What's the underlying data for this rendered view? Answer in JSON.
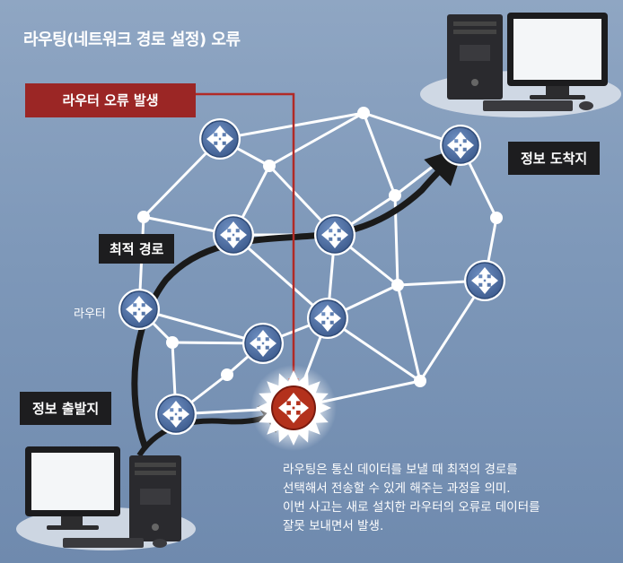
{
  "title": "라우팅(네트워크 경로 설정) 오류",
  "labels": {
    "error": "라우터 오류 발생",
    "destination": "정보 도착지",
    "source": "정보 출발지",
    "optimal_path": "최적 경로",
    "router": "라우터"
  },
  "caption": [
    "라우팅은 통신 데이터를 보낼 때 최적의 경로를",
    "선택해서 전송할 수 있게 해주는 과정을 의미.",
    "이번 사고는 새로 설치한 라우터의 오류로 데이터를",
    "잘못 보내면서 발생."
  ],
  "colors": {
    "background": "#7e98b9",
    "error_box": "#9b2625",
    "label_box": "#1d1d1f",
    "router": "#4a6796",
    "error_router": "#b3311c",
    "link": "#ffffff",
    "path": "#1a1a1a"
  }
}
